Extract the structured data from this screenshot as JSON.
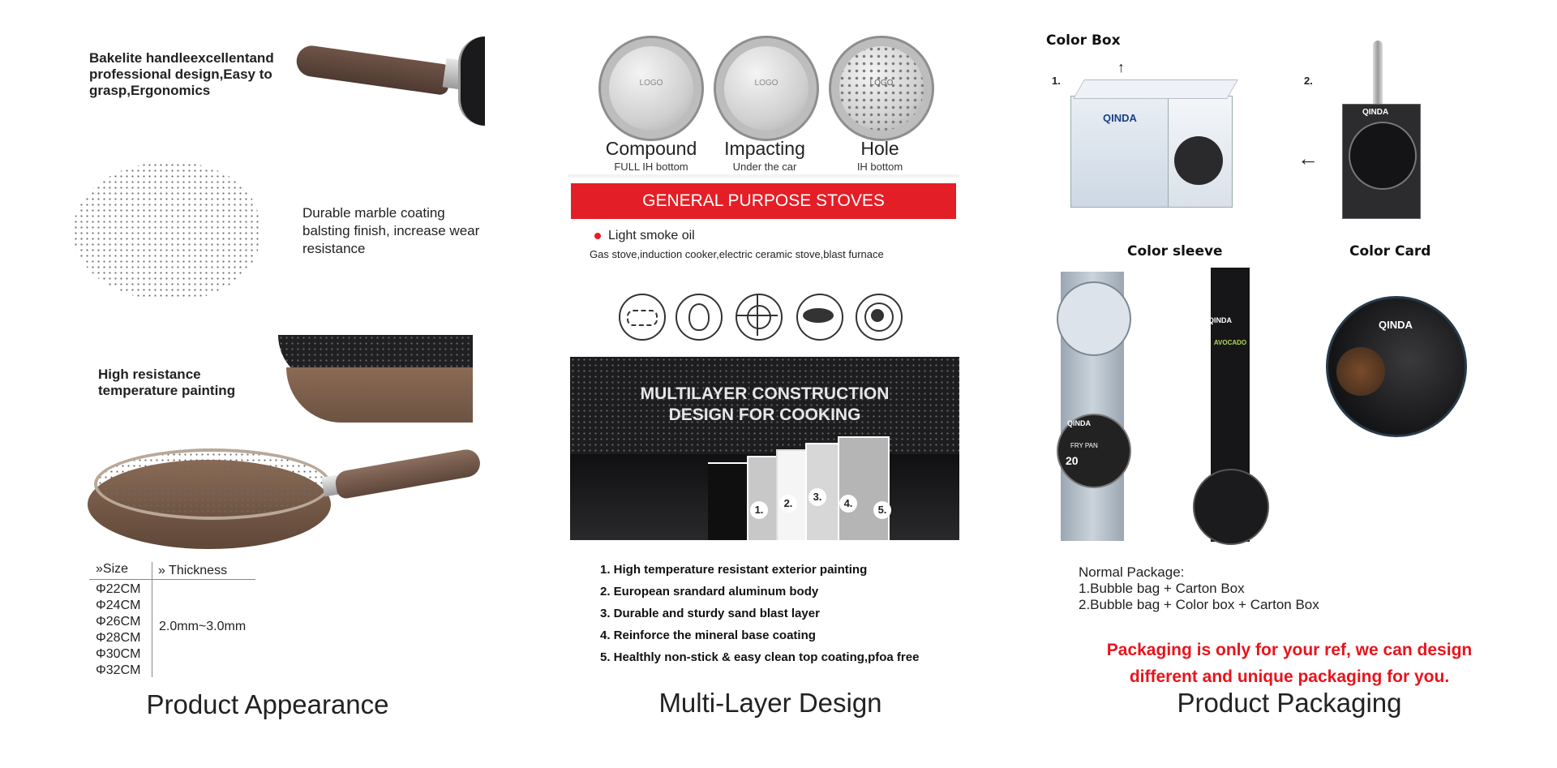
{
  "appearance": {
    "handle_text": "Bakelite handleexcellentand professional design,Easy to grasp,Ergonomics",
    "coating_text": "Durable marble coating balsting finish, increase wear resistance",
    "painting_text": "High resistance temperature painting",
    "size_header": "»Size",
    "thickness_header": "» Thickness",
    "sizes": [
      "Φ22CM",
      "Φ24CM",
      "Φ26CM",
      "Φ28CM",
      "Φ30CM",
      "Φ32CM"
    ],
    "thickness_value": "2.0mm~3.0mm",
    "caption": "Product Appearance"
  },
  "multilayer": {
    "bottoms": [
      {
        "title": "Compound",
        "sub": "FULL IH bottom",
        "logo": "LOGO"
      },
      {
        "title": "Impacting",
        "sub": "Under the car",
        "logo": "LOGO"
      },
      {
        "title": "Hole",
        "sub": "IH bottom",
        "logo": "LOGO"
      }
    ],
    "stoves_banner": "GENERAL PURPOSE STOVES",
    "light_smoke": "Light smoke oil",
    "stove_types": "Gas stove,induction cooker,electric ceramic stove,blast furnace",
    "stove_icons": [
      "induction-coil-icon",
      "flame-icon",
      "gas-burner-icon",
      "ceramic-plate-icon",
      "electric-hob-icon"
    ],
    "construction_title_1": "MULTILAYER CONSTRUCTION",
    "construction_title_2": "DESIGN FOR COOKING",
    "layer_numbers": [
      "1.",
      "2.",
      "3.",
      "4.",
      "5."
    ],
    "layers": [
      "1. High temperature resistant exterior painting",
      "2. European srandard aluminum body",
      "3. Durable and sturdy sand blast layer",
      "4. Reinforce the mineral base coating",
      "5. Healthly non-stick & easy clean top coating,pfoa free"
    ],
    "caption": "Multi-Layer Design"
  },
  "packaging": {
    "color_box_title": "Color Box",
    "item1": "1.",
    "item2": "2.",
    "color_sleeve_title": "Color sleeve",
    "color_card_title": "Color Card",
    "brand": "QINDA",
    "sleeve_label_fry_pan": "FRY PAN",
    "sleeve_label_avocado": "AVOCADO",
    "sleeve_size_20": "20",
    "normal_package_title": "Normal Package:",
    "normal_package_1": "1.Bubble bag + Carton Box",
    "normal_package_2": "2.Bubble bag + Color box + Carton Box",
    "notice_1": "Packaging is only for your ref, we can design",
    "notice_2": "different and unique packaging for you.",
    "notice_color": "#e8141c",
    "caption": "Product Packaging"
  },
  "colors": {
    "banner_red": "#e41e26",
    "pan_brown": "#8a6a54",
    "pan_dark": "#1f1f21"
  }
}
